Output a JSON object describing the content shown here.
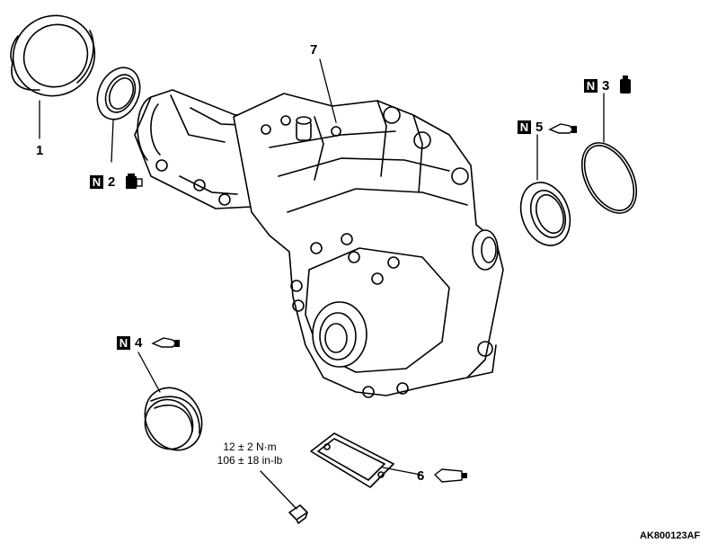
{
  "callouts": {
    "c1": "1",
    "c2": "2",
    "c3": "3",
    "c4": "4",
    "c5": "5",
    "c6": "6",
    "c7": "7"
  },
  "new_part_mark": "N",
  "torque": {
    "metric": "12 ± 2 N·m",
    "imperial": "106 ± 18 in-lb"
  },
  "figure_code": "AK800123AF",
  "icons": {
    "grease": "grease-can-icon",
    "oil": "oil-can-icon",
    "sealant": "sealant-tube-icon"
  }
}
